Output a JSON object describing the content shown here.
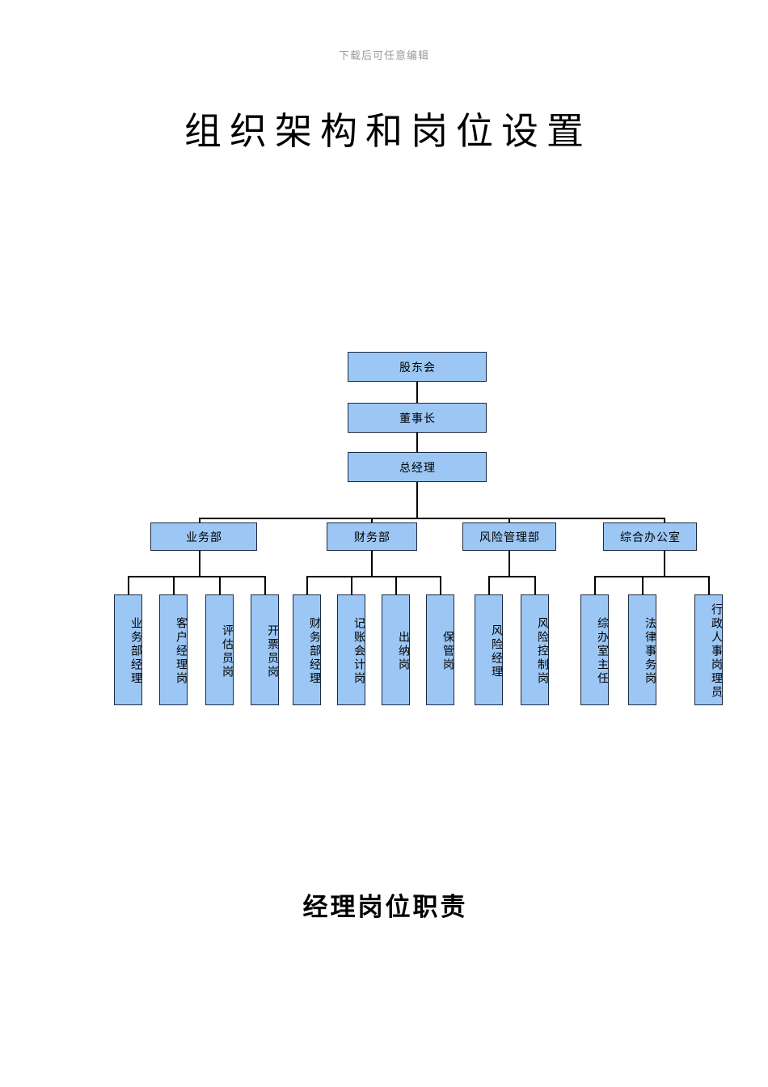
{
  "document": {
    "header_note": "下载后可任意编辑",
    "title": "组织架构和岗位设置",
    "section_heading": "经理岗位职责"
  },
  "theme": {
    "node_fill": "#9CC7F5",
    "node_border": "#1B2A43",
    "connector": "#000000",
    "page_background": "#FFFFFF",
    "header_note_color": "#9A9A9A"
  },
  "chart_data": {
    "type": "diagram",
    "subtype": "organization-chart",
    "title": "组织架构和岗位设置",
    "orientation": "top-down",
    "levels": 4,
    "nodes": [
      {
        "id": "n1",
        "label": "股东会",
        "level": 1,
        "parent": null,
        "orientation": "horizontal"
      },
      {
        "id": "n2",
        "label": "董事长",
        "level": 2,
        "parent": "n1",
        "orientation": "horizontal"
      },
      {
        "id": "n3",
        "label": "总经理",
        "level": 3,
        "parent": "n2",
        "orientation": "horizontal"
      },
      {
        "id": "d1",
        "label": "业务部",
        "level": 4,
        "parent": "n3",
        "orientation": "horizontal"
      },
      {
        "id": "d2",
        "label": "财务部",
        "level": 4,
        "parent": "n3",
        "orientation": "horizontal"
      },
      {
        "id": "d3",
        "label": "风险管理部",
        "level": 4,
        "parent": "n3",
        "orientation": "horizontal"
      },
      {
        "id": "d4",
        "label": "综合办公室",
        "level": 4,
        "parent": "n3",
        "orientation": "horizontal"
      },
      {
        "id": "p1",
        "label": "业务部经理",
        "level": 5,
        "parent": "d1",
        "orientation": "vertical"
      },
      {
        "id": "p2",
        "label": "客户经理岗",
        "level": 5,
        "parent": "d1",
        "orientation": "vertical"
      },
      {
        "id": "p3",
        "label": "评估员岗",
        "level": 5,
        "parent": "d1",
        "orientation": "vertical"
      },
      {
        "id": "p4",
        "label": "开票员岗",
        "level": 5,
        "parent": "d1",
        "orientation": "vertical"
      },
      {
        "id": "p5",
        "label": "财务部经理",
        "level": 5,
        "parent": "d2",
        "orientation": "vertical"
      },
      {
        "id": "p6",
        "label": "记账会计岗",
        "level": 5,
        "parent": "d2",
        "orientation": "vertical"
      },
      {
        "id": "p7",
        "label": "出纳岗",
        "level": 5,
        "parent": "d2",
        "orientation": "vertical"
      },
      {
        "id": "p8",
        "label": "保管岗",
        "level": 5,
        "parent": "d2",
        "orientation": "vertical"
      },
      {
        "id": "p9",
        "label": "风险经理",
        "level": 5,
        "parent": "d3",
        "orientation": "vertical"
      },
      {
        "id": "p10",
        "label": "风险控制岗",
        "level": 5,
        "parent": "d3",
        "orientation": "vertical"
      },
      {
        "id": "p11",
        "label": "综办室主任",
        "level": 5,
        "parent": "d4",
        "orientation": "vertical"
      },
      {
        "id": "p12",
        "label": "法律事务岗",
        "level": 5,
        "parent": "d4",
        "orientation": "vertical"
      },
      {
        "id": "p13",
        "label": "行政人事岗理员",
        "level": 5,
        "parent": "d4",
        "orientation": "vertical"
      }
    ],
    "edges": [
      {
        "from": "n1",
        "to": "n2"
      },
      {
        "from": "n2",
        "to": "n3"
      },
      {
        "from": "n3",
        "to": "d1"
      },
      {
        "from": "n3",
        "to": "d2"
      },
      {
        "from": "n3",
        "to": "d3"
      },
      {
        "from": "n3",
        "to": "d4"
      },
      {
        "from": "d1",
        "to": "p1"
      },
      {
        "from": "d1",
        "to": "p2"
      },
      {
        "from": "d1",
        "to": "p3"
      },
      {
        "from": "d1",
        "to": "p4"
      },
      {
        "from": "d2",
        "to": "p5"
      },
      {
        "from": "d2",
        "to": "p6"
      },
      {
        "from": "d2",
        "to": "p7"
      },
      {
        "from": "d2",
        "to": "p8"
      },
      {
        "from": "d3",
        "to": "p9"
      },
      {
        "from": "d3",
        "to": "p10"
      },
      {
        "from": "d4",
        "to": "p11"
      },
      {
        "from": "d4",
        "to": "p12"
      },
      {
        "from": "d4",
        "to": "p13"
      }
    ]
  }
}
